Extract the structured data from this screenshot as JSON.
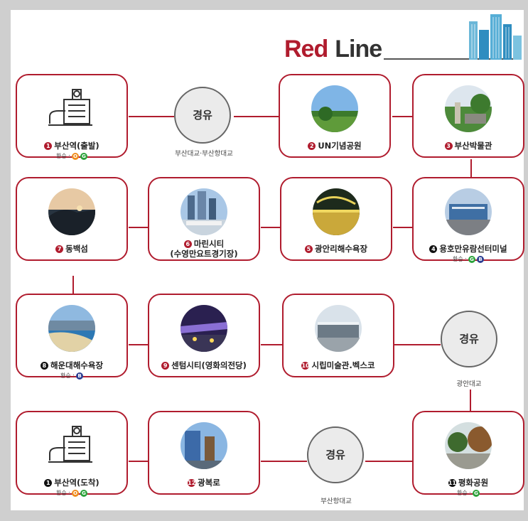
{
  "title": {
    "part1": "Red",
    "part2": "Line"
  },
  "transfer_prefix": "환승 :",
  "via": {
    "label": "경유"
  },
  "via_captions": [
    "부산대교·부산항대교",
    "광안대교",
    "부산항대교"
  ],
  "stops": [
    {
      "num": "1",
      "name": "부산역(출발)",
      "transfers": [
        "O",
        "G"
      ]
    },
    {
      "num": "2",
      "name": "UN기념공원",
      "transfers": []
    },
    {
      "num": "3",
      "name": "부산박물관",
      "transfers": []
    },
    {
      "num": "4",
      "name": "용호만유람선터미널",
      "transfers": [
        "G",
        "B"
      ]
    },
    {
      "num": "5",
      "name": "광안리해수욕장",
      "transfers": []
    },
    {
      "num": "6",
      "name": "마린시티",
      "name2": "(수영만요트경기장)",
      "transfers": []
    },
    {
      "num": "7",
      "name": "동백섬",
      "transfers": []
    },
    {
      "num": "8",
      "name": "해운대해수욕장",
      "transfers": [
        "B"
      ]
    },
    {
      "num": "9",
      "name": "센텀시티(영화의전당)",
      "transfers": []
    },
    {
      "num": "10",
      "name": "시립미술관.벡스코",
      "transfers": []
    },
    {
      "num": "11",
      "name": "평화공원",
      "transfers": [
        "G"
      ]
    },
    {
      "num": "12",
      "name": "광복로",
      "transfers": []
    },
    {
      "num": "1",
      "name": "부산역(도착)",
      "transfers": [
        "O",
        "G"
      ]
    }
  ],
  "colors": {
    "red": "#b01c2e",
    "line": "#b01c2e",
    "orange": "#f08c1e",
    "green": "#2aa33a",
    "blue": "#2c3f93",
    "black": "#111111"
  }
}
